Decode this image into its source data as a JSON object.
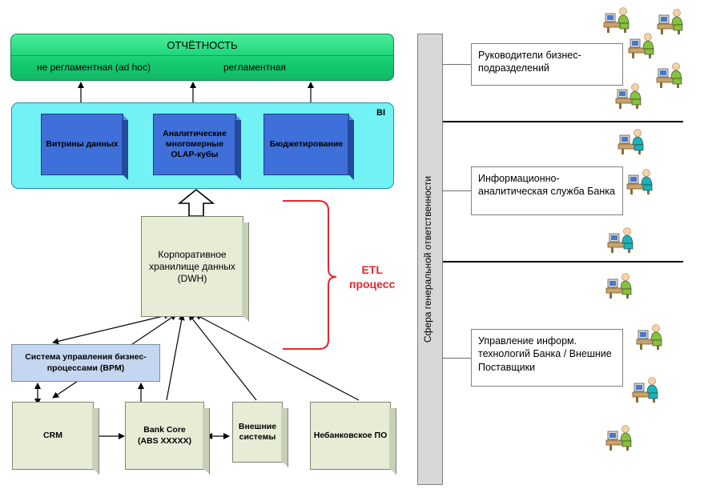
{
  "reporting": {
    "title": "ОТЧЁТНОСТЬ",
    "adhoc": "не регламентная (ad hoc)",
    "regular": "регламентная"
  },
  "bi": {
    "label": "BI",
    "marts": "Витрины данных",
    "olap": "Аналитические многомерные OLAP-кубы",
    "budget": "Бюджетирование"
  },
  "dwh": "Корпоративное хранилище данных (DWH)",
  "etl": {
    "line1": "ETL",
    "line2": "процесс"
  },
  "bpm": "Система управления бизнес-процессами (BPM)",
  "sources": {
    "crm": "CRM",
    "bankcore_line1": "Bank Core",
    "bankcore_line2": "(ABS  XXXXX)",
    "external": "Внешние системы",
    "nonbank": "Небанковское ПО"
  },
  "responsibility": "Сфера   генеральной   ответственности",
  "roles": [
    "Руководители бизнес-подразделений",
    "Информационно-аналитическая служба Банка",
    "Управление информ. технологий Банка / Внешние Поставщики"
  ],
  "colors": {
    "reporting": "#17cf74",
    "bi_panel": "#72f2f4",
    "bi_cubes": "#3f6fd8",
    "beige_boxes": "#e6ecd6",
    "bpm": "#c5d6f0",
    "etl_accent": "#e8262c",
    "person_teal": "#19b3b9",
    "person_green": "#86c23a"
  },
  "icons": [
    "user-at-computer-icon"
  ]
}
